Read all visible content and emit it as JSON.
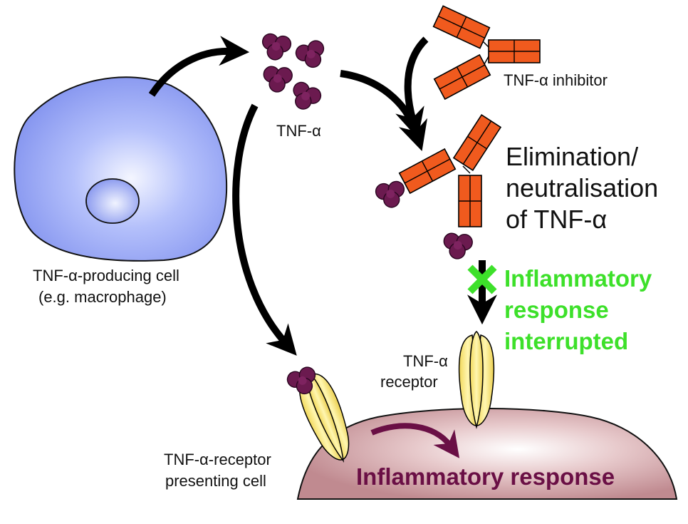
{
  "labels": {
    "tnf_alpha": "TNF-α",
    "inhibitor": "TNF-α inhibitor",
    "producing_cell_line1": "TNF-α-producing cell",
    "producing_cell_line2": "(e.g. macrophage)",
    "elimination_line1": "Elimination/",
    "elimination_line2": "neutralisation",
    "elimination_line3": "of TNF-α",
    "interrupted_line1": "Inflammatory",
    "interrupted_line2": "response",
    "interrupted_line3": "interrupted",
    "receptor_line1": "TNF-α",
    "receptor_line2": "receptor",
    "presenting_line1": "TNF-α-receptor",
    "presenting_line2": "presenting cell",
    "inflammatory_response": "Inflammatory response"
  },
  "colors": {
    "macrophage": "#8f9ff2",
    "presenting_cell": "#c9959a",
    "tnf": "#6b1a4f",
    "inhibitor": "#f05a1e",
    "receptor": "#f6e47a",
    "arrow": "#000000",
    "response_arrow": "#6a0f45",
    "interrupted_green": "#3de02a"
  },
  "icons": {
    "block_mark": "x-mark-icon"
  }
}
